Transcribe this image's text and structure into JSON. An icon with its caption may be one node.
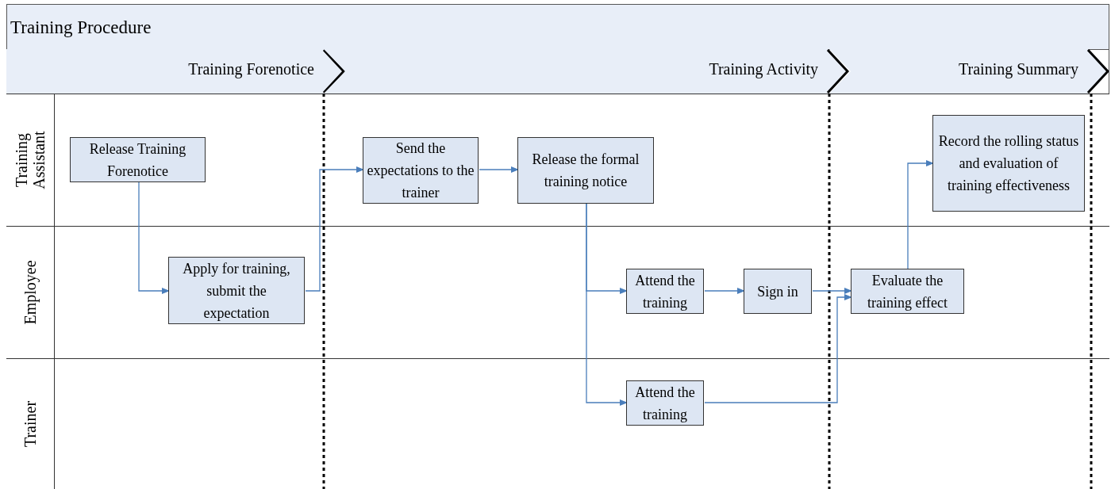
{
  "diagram": {
    "nodes": [
      {
        "text": [
          "Training Procedure"
        ]
      },
      {
        "text": [
          "Training Forenotice"
        ],
        "in": 0
      },
      {
        "text": [
          "Training Activity"
        ],
        "in": 0
      },
      {
        "text": [
          "Training Summary"
        ],
        "in": 0
      },
      {
        "text": [
          "Training Assistant"
        ],
        "in": 0
      },
      {
        "text": [
          "Employee"
        ],
        "in": 0
      },
      {
        "text": [
          "Trainer"
        ],
        "in": 0
      },
      {
        "text": [
          "Release Training Forenotice"
        ],
        "in": 4
      },
      {
        "text": [
          "Apply for training, submit the expectation"
        ],
        "in": 5
      },
      {
        "text": [
          "Send the expectations to the trainer"
        ],
        "in": 4
      },
      {
        "text": [
          "Release the formal training notice"
        ],
        "in": 4
      },
      {
        "text": [
          "Attend the training"
        ],
        "in": 5
      },
      {
        "text": [
          "Sign in"
        ],
        "in": 5
      },
      {
        "text": [
          "Attend the training"
        ],
        "in": 6
      },
      {
        "text": [
          "Evaluate the training effect"
        ],
        "in": 5
      },
      {
        "text": [
          "Record the rolling status and evaluation of training effectiveness"
        ],
        "in": 4
      }
    ],
    "edges": [
      {
        "from": 7,
        "to": 8,
        "arrow": "to"
      },
      {
        "from": 8,
        "to": 9,
        "arrow": "to"
      },
      {
        "from": 9,
        "to": 10,
        "arrow": "to"
      },
      {
        "from": 10,
        "to": 11,
        "arrow": "to"
      },
      {
        "from": 10,
        "to": 13,
        "arrow": "to"
      },
      {
        "from": 11,
        "to": 12,
        "arrow": "to"
      },
      {
        "from": 12,
        "to": 14,
        "arrow": "to"
      },
      {
        "from": 13,
        "to": 14,
        "arrow": "to"
      },
      {
        "from": 14,
        "to": 15,
        "arrow": "to"
      }
    ]
  }
}
